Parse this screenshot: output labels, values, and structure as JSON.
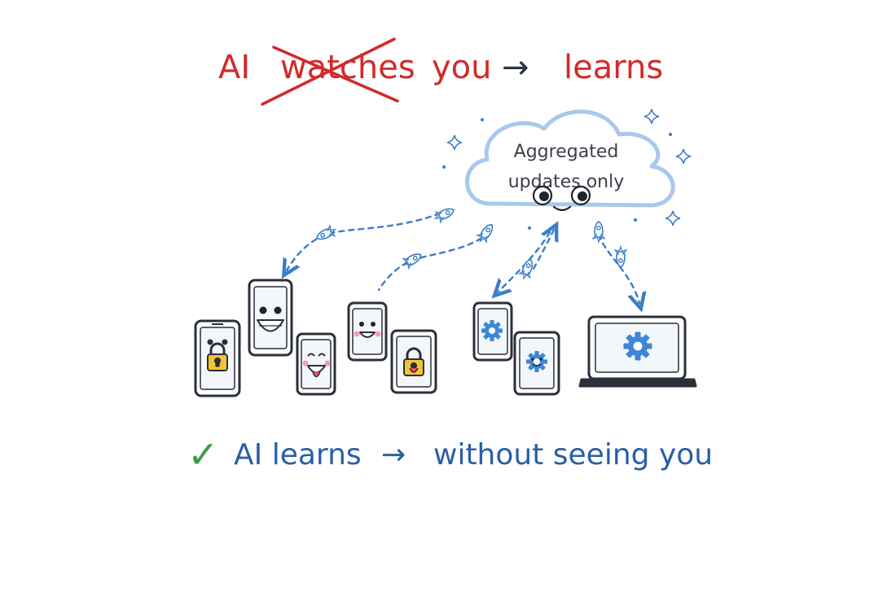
{
  "headline": {
    "part1": "AI",
    "struck_word": "watches",
    "part2": "you",
    "arrow": "→",
    "part3": "learns",
    "color": "#d22a2a",
    "arrow_color": "#2c3440"
  },
  "cloud": {
    "line1": "Aggregated",
    "line2": "updates only",
    "outline_color": "#a9c8ee",
    "text_color": "#3b3f48"
  },
  "footer": {
    "check": "✓",
    "part1": "AI learns",
    "arrow": "→",
    "part2": "without seeing you",
    "check_color": "#3f9a4a",
    "text_color": "#2a5ea8"
  },
  "colors": {
    "arrow_blue": "#3a7cc9",
    "device_outline": "#2a2f3a",
    "lock_yellow": "#f4c430",
    "gear_blue": "#3d87d6",
    "screen_fill": "#f3f6fb"
  },
  "icons": [
    "padlock-icon",
    "gear-icon",
    "smiley-face-icon",
    "rocket-icon",
    "sparkle-icon",
    "checkmark-icon",
    "cloud-icon"
  ]
}
